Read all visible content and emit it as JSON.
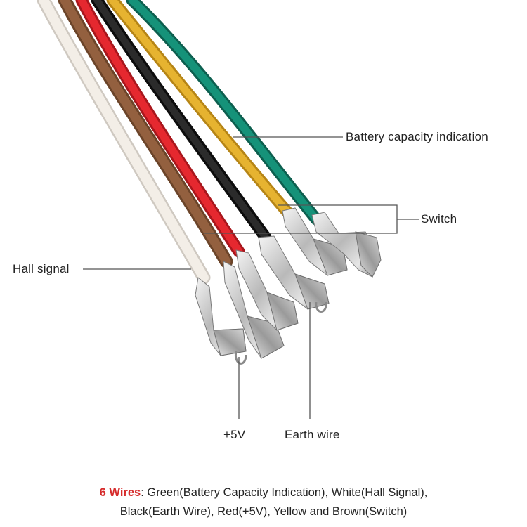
{
  "labels": {
    "battery": "Battery capacity indication",
    "switch": "Switch",
    "hall": "Hall signal",
    "plus5v": "+5V",
    "earth": "Earth wire"
  },
  "caption": {
    "highlight": "6 Wires",
    "line1_rest": ": Green(Battery Capacity Indication), White(Hall Signal),",
    "line2": "Black(Earth Wire), Red(+5V), Yellow and Brown(Switch)"
  },
  "colors": {
    "green": "#138a72",
    "yellow": "#e0ad2c",
    "black": "#1c1c1c",
    "red": "#e0242c",
    "brown": "#8a5a3c",
    "white": "#f1ece4",
    "highlight": "#d62b2b"
  }
}
